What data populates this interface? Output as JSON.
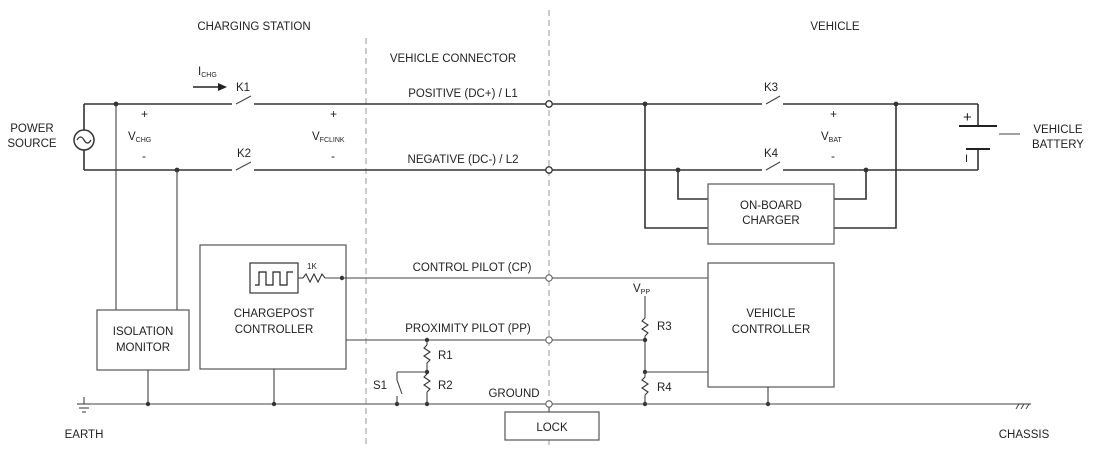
{
  "sections": {
    "charging_station": "CHARGING STATION",
    "vehicle_connector": "VEHICLE CONNECTOR",
    "vehicle": "VEHICLE"
  },
  "source": {
    "line1": "POWER",
    "line2": "SOURCE"
  },
  "current": {
    "main": "I",
    "sub": "CHG"
  },
  "switches": {
    "k1": "K1",
    "k2": "K2",
    "k3": "K3",
    "k4": "K4",
    "s1": "S1"
  },
  "voltages": {
    "chg": {
      "main": "V",
      "sub": "CHG"
    },
    "fclink": {
      "main": "V",
      "sub": "FCLINK"
    },
    "bat": {
      "main": "V",
      "sub": "BAT"
    },
    "pp": {
      "main": "V",
      "sub": "PP"
    }
  },
  "polarity": {
    "plus": "+",
    "minus": "-"
  },
  "lines": {
    "positive": "POSITIVE (DC+) / L1",
    "negative": "NEGATIVE (DC-) / L2",
    "control_pilot": "CONTROL PILOT (CP)",
    "proximity_pilot": "PROXIMITY PILOT (PP)",
    "ground": "GROUND"
  },
  "battery": {
    "line1": "VEHICLE",
    "line2": "BATTERY",
    "plus": "+",
    "minus": "I"
  },
  "blocks": {
    "onboard_charger": {
      "line1": "ON-BOARD",
      "line2": "CHARGER"
    },
    "isolation_monitor": {
      "line1": "ISOLATION",
      "line2": "MONITOR"
    },
    "chargepost_controller": {
      "line1": "CHARGEPOST",
      "line2": "CONTROLLER"
    },
    "vehicle_controller": {
      "line1": "VEHICLE",
      "line2": "CONTROLLER"
    },
    "lock": "LOCK"
  },
  "resistors": {
    "r1k": "1K",
    "r1": "R1",
    "r2": "R2",
    "r3": "R3",
    "r4": "R4"
  },
  "grounds": {
    "earth": "EARTH",
    "chassis": "CHASSIS"
  }
}
